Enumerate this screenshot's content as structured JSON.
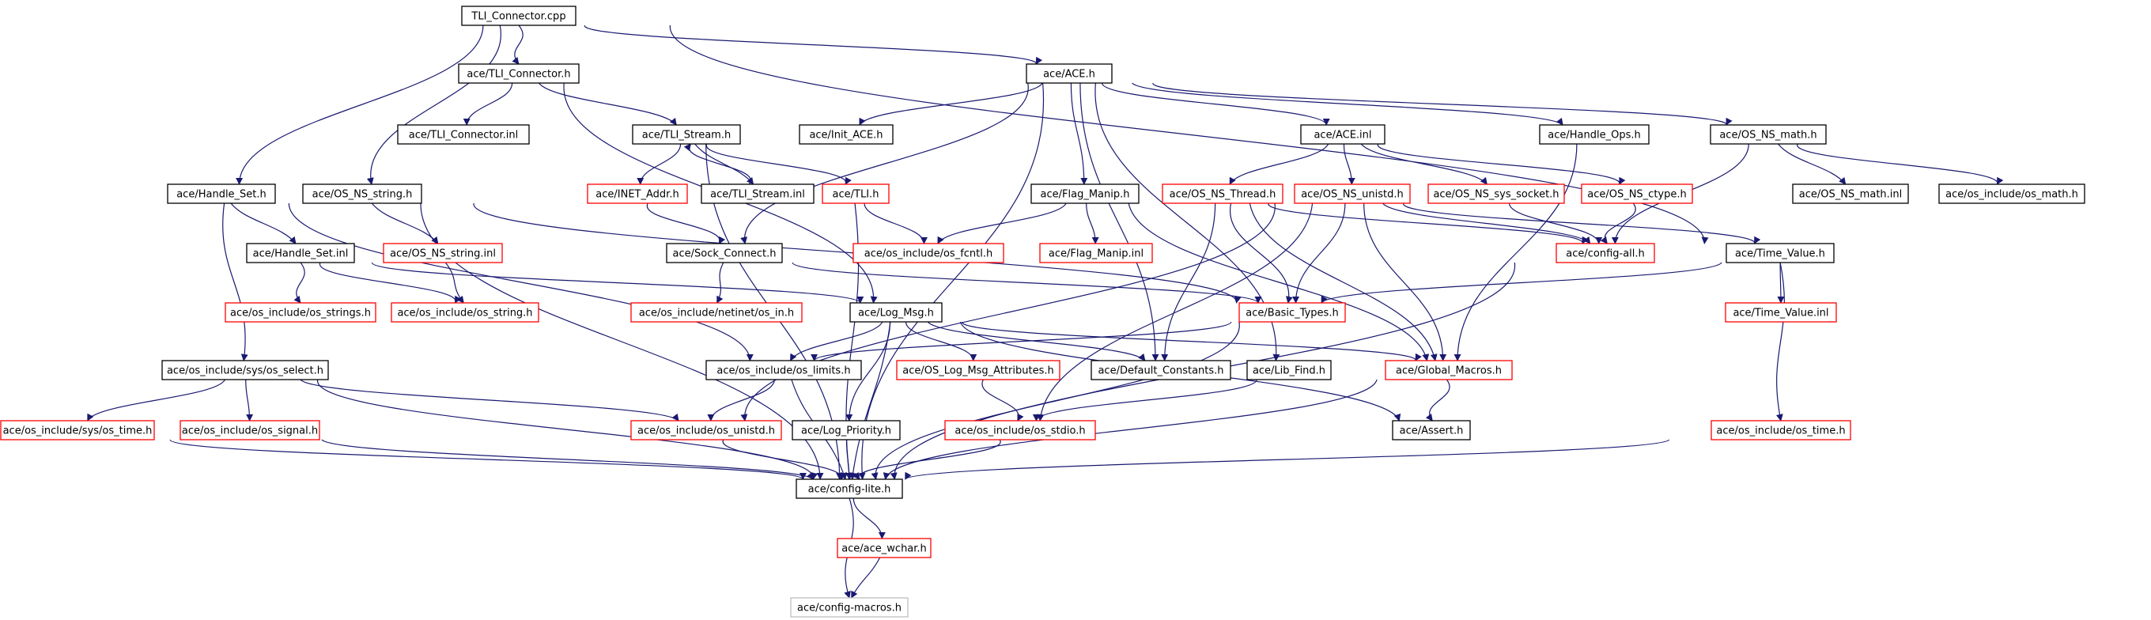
{
  "graph": {
    "colors": {
      "edge": "#191970",
      "root_fill": "#bfbfbf",
      "normal_border": "#000000",
      "incomplete_border": "#ff0000",
      "external_border": "#bfbfbf"
    },
    "nodes": [
      {
        "id": "root",
        "label": "TLI_Connector.cpp",
        "style": "root"
      },
      {
        "id": "tli_connector_h",
        "label": "ace/TLI_Connector.h",
        "style": "normal"
      },
      {
        "id": "ace_h",
        "label": "ace/ACE.h",
        "style": "normal"
      },
      {
        "id": "tli_connector_inl",
        "label": "ace/TLI_Connector.inl",
        "style": "normal"
      },
      {
        "id": "tli_stream_h",
        "label": "ace/TLI_Stream.h",
        "style": "normal"
      },
      {
        "id": "init_ace_h",
        "label": "ace/Init_ACE.h",
        "style": "normal"
      },
      {
        "id": "ace_inl",
        "label": "ace/ACE.inl",
        "style": "normal"
      },
      {
        "id": "handle_ops_h",
        "label": "ace/Handle_Ops.h",
        "style": "normal"
      },
      {
        "id": "os_ns_math_h",
        "label": "ace/OS_NS_math.h",
        "style": "normal"
      },
      {
        "id": "handle_set_h",
        "label": "ace/Handle_Set.h",
        "style": "normal"
      },
      {
        "id": "os_ns_string_h",
        "label": "ace/OS_NS_string.h",
        "style": "normal"
      },
      {
        "id": "inet_addr_h",
        "label": "ace/INET_Addr.h",
        "style": "incomplete"
      },
      {
        "id": "tli_stream_inl",
        "label": "ace/TLI_Stream.inl",
        "style": "normal"
      },
      {
        "id": "tli_h",
        "label": "ace/TLI.h",
        "style": "incomplete"
      },
      {
        "id": "flag_manip_h",
        "label": "ace/Flag_Manip.h",
        "style": "normal"
      },
      {
        "id": "os_ns_thread_h",
        "label": "ace/OS_NS_Thread.h",
        "style": "incomplete"
      },
      {
        "id": "os_ns_unistd_h",
        "label": "ace/OS_NS_unistd.h",
        "style": "incomplete"
      },
      {
        "id": "os_ns_sys_socket_h",
        "label": "ace/OS_NS_sys_socket.h",
        "style": "incomplete"
      },
      {
        "id": "os_ns_ctype_h",
        "label": "ace/OS_NS_ctype.h",
        "style": "incomplete"
      },
      {
        "id": "os_ns_math_inl",
        "label": "ace/OS_NS_math.inl",
        "style": "normal"
      },
      {
        "id": "os_math_h",
        "label": "ace/os_include/os_math.h",
        "style": "normal"
      },
      {
        "id": "handle_set_inl",
        "label": "ace/Handle_Set.inl",
        "style": "normal"
      },
      {
        "id": "os_ns_string_inl",
        "label": "ace/OS_NS_string.inl",
        "style": "incomplete"
      },
      {
        "id": "sock_connect_h",
        "label": "ace/Sock_Connect.h",
        "style": "normal"
      },
      {
        "id": "os_fcntl_h",
        "label": "ace/os_include/os_fcntl.h",
        "style": "incomplete"
      },
      {
        "id": "flag_manip_inl",
        "label": "ace/Flag_Manip.inl",
        "style": "incomplete"
      },
      {
        "id": "config_all_h",
        "label": "ace/config-all.h",
        "style": "incomplete"
      },
      {
        "id": "time_value_h",
        "label": "ace/Time_Value.h",
        "style": "normal"
      },
      {
        "id": "os_strings_h",
        "label": "ace/os_include/os_strings.h",
        "style": "incomplete"
      },
      {
        "id": "os_string_h",
        "label": "ace/os_include/os_string.h",
        "style": "incomplete"
      },
      {
        "id": "os_in_h",
        "label": "ace/os_include/netinet/os_in.h",
        "style": "incomplete"
      },
      {
        "id": "log_msg_h",
        "label": "ace/Log_Msg.h",
        "style": "normal"
      },
      {
        "id": "basic_types_h",
        "label": "ace/Basic_Types.h",
        "style": "incomplete"
      },
      {
        "id": "time_value_inl",
        "label": "ace/Time_Value.inl",
        "style": "incomplete"
      },
      {
        "id": "os_select_h",
        "label": "ace/os_include/sys/os_select.h",
        "style": "normal"
      },
      {
        "id": "os_limits_h",
        "label": "ace/os_include/os_limits.h",
        "style": "normal"
      },
      {
        "id": "os_log_msg_attributes_h",
        "label": "ace/OS_Log_Msg_Attributes.h",
        "style": "incomplete"
      },
      {
        "id": "default_constants_h",
        "label": "ace/Default_Constants.h",
        "style": "normal"
      },
      {
        "id": "lib_find_h",
        "label": "ace/Lib_Find.h",
        "style": "normal"
      },
      {
        "id": "global_macros_h",
        "label": "ace/Global_Macros.h",
        "style": "incomplete"
      },
      {
        "id": "sys_os_time_h",
        "label": "ace/os_include/sys/os_time.h",
        "style": "incomplete"
      },
      {
        "id": "os_signal_h",
        "label": "ace/os_include/os_signal.h",
        "style": "incomplete"
      },
      {
        "id": "os_unistd_h",
        "label": "ace/os_include/os_unistd.h",
        "style": "incomplete"
      },
      {
        "id": "log_priority_h",
        "label": "ace/Log_Priority.h",
        "style": "normal"
      },
      {
        "id": "os_stdio_h",
        "label": "ace/os_include/os_stdio.h",
        "style": "incomplete"
      },
      {
        "id": "assert_h",
        "label": "ace/Assert.h",
        "style": "normal"
      },
      {
        "id": "os_time_h",
        "label": "ace/os_include/os_time.h",
        "style": "incomplete"
      },
      {
        "id": "config_lite_h",
        "label": "ace/config-lite.h",
        "style": "normal"
      },
      {
        "id": "ace_wchar_h",
        "label": "ace/ace_wchar.h",
        "style": "incomplete"
      },
      {
        "id": "config_macros_h",
        "label": "ace/config-macros.h",
        "style": "external"
      }
    ],
    "edges": [
      [
        "root",
        "tli_connector_h"
      ],
      [
        "root",
        "ace_h"
      ],
      [
        "root",
        "handle_set_h"
      ],
      [
        "root",
        "os_ns_string_h"
      ],
      [
        "root",
        "time_value_h"
      ],
      [
        "tli_connector_h",
        "tli_connector_inl"
      ],
      [
        "tli_connector_h",
        "tli_stream_h"
      ],
      [
        "tli_connector_h",
        "log_msg_h"
      ],
      [
        "tli_stream_h",
        "inet_addr_h"
      ],
      [
        "tli_stream_h",
        "tli_stream_inl"
      ],
      [
        "tli_stream_h",
        "tli_h"
      ],
      [
        "tli_stream_h",
        "config_lite_h"
      ],
      [
        "tli_stream_inl",
        "tli_stream_h"
      ],
      [
        "ace_h",
        "init_ace_h"
      ],
      [
        "ace_h",
        "ace_inl"
      ],
      [
        "ace_h",
        "handle_ops_h"
      ],
      [
        "ace_h",
        "os_ns_math_h"
      ],
      [
        "ace_h",
        "flag_manip_h"
      ],
      [
        "ace_h",
        "sock_connect_h"
      ],
      [
        "ace_h",
        "lib_find_h"
      ],
      [
        "ace_h",
        "default_constants_h"
      ],
      [
        "ace_h",
        "config_lite_h"
      ],
      [
        "ace_inl",
        "os_ns_thread_h"
      ],
      [
        "ace_inl",
        "os_ns_unistd_h"
      ],
      [
        "ace_inl",
        "os_ns_sys_socket_h"
      ],
      [
        "ace_inl",
        "os_ns_ctype_h"
      ],
      [
        "handle_ops_h",
        "global_macros_h"
      ],
      [
        "os_ns_math_h",
        "os_ns_math_inl"
      ],
      [
        "os_ns_math_h",
        "os_math_h"
      ],
      [
        "os_ns_math_h",
        "config_all_h"
      ],
      [
        "handle_set_h",
        "handle_set_inl"
      ],
      [
        "handle_set_h",
        "os_select_h"
      ],
      [
        "handle_set_h",
        "os_limits_h"
      ],
      [
        "handle_set_inl",
        "os_strings_h"
      ],
      [
        "handle_set_inl",
        "os_string_h"
      ],
      [
        "handle_set_inl",
        "log_msg_h"
      ],
      [
        "os_ns_string_h",
        "os_ns_string_inl"
      ],
      [
        "os_ns_string_h",
        "basic_types_h"
      ],
      [
        "os_ns_string_h",
        "config_lite_h"
      ],
      [
        "os_ns_string_inl",
        "os_string_h"
      ],
      [
        "inet_addr_h",
        "sock_connect_h"
      ],
      [
        "tli_h",
        "os_fcntl_h"
      ],
      [
        "tli_h",
        "config_lite_h"
      ],
      [
        "flag_manip_h",
        "os_fcntl_h"
      ],
      [
        "flag_manip_h",
        "flag_manip_inl"
      ],
      [
        "flag_manip_h",
        "global_macros_h"
      ],
      [
        "os_ns_thread_h",
        "basic_types_h"
      ],
      [
        "os_ns_thread_h",
        "default_constants_h"
      ],
      [
        "os_ns_thread_h",
        "global_macros_h"
      ],
      [
        "os_ns_thread_h",
        "config_all_h"
      ],
      [
        "os_ns_unistd_h",
        "basic_types_h"
      ],
      [
        "os_ns_unistd_h",
        "config_all_h"
      ],
      [
        "os_ns_unistd_h",
        "time_value_h"
      ],
      [
        "os_ns_unistd_h",
        "global_macros_h"
      ],
      [
        "os_ns_unistd_h",
        "os_unistd_h"
      ],
      [
        "os_ns_unistd_h",
        "os_stdio_h"
      ],
      [
        "os_ns_sys_socket_h",
        "config_all_h"
      ],
      [
        "os_ns_ctype_h",
        "config_all_h"
      ],
      [
        "sock_connect_h",
        "os_in_h"
      ],
      [
        "sock_connect_h",
        "basic_types_h"
      ],
      [
        "config_all_h",
        "config_lite_h"
      ],
      [
        "time_value_h",
        "basic_types_h"
      ],
      [
        "time_value_h",
        "time_value_inl"
      ],
      [
        "time_value_h",
        "os_time_h"
      ],
      [
        "log_msg_h",
        "os_limits_h"
      ],
      [
        "log_msg_h",
        "os_log_msg_attributes_h"
      ],
      [
        "log_msg_h",
        "default_constants_h"
      ],
      [
        "log_msg_h",
        "global_macros_h"
      ],
      [
        "log_msg_h",
        "log_priority_h"
      ],
      [
        "log_msg_h",
        "assert_h"
      ],
      [
        "log_msg_h",
        "config_lite_h"
      ],
      [
        "basic_types_h",
        "os_limits_h"
      ],
      [
        "basic_types_h",
        "config_lite_h"
      ],
      [
        "os_select_h",
        "sys_os_time_h"
      ],
      [
        "os_select_h",
        "os_signal_h"
      ],
      [
        "os_select_h",
        "os_unistd_h"
      ],
      [
        "os_select_h",
        "config_lite_h"
      ],
      [
        "os_limits_h",
        "os_unistd_h"
      ],
      [
        "os_limits_h",
        "config_lite_h"
      ],
      [
        "os_log_msg_attributes_h",
        "os_stdio_h"
      ],
      [
        "lib_find_h",
        "os_stdio_h"
      ],
      [
        "global_macros_h",
        "assert_h"
      ],
      [
        "global_macros_h",
        "config_lite_h"
      ],
      [
        "sys_os_time_h",
        "config_lite_h"
      ],
      [
        "os_signal_h",
        "config_lite_h"
      ],
      [
        "os_unistd_h",
        "config_lite_h"
      ],
      [
        "log_priority_h",
        "config_lite_h"
      ],
      [
        "os_stdio_h",
        "config_lite_h"
      ],
      [
        "os_time_h",
        "config_lite_h"
      ],
      [
        "config_lite_h",
        "ace_wchar_h"
      ],
      [
        "config_lite_h",
        "config_macros_h"
      ],
      [
        "ace_wchar_h",
        "config_macros_h"
      ]
    ]
  }
}
